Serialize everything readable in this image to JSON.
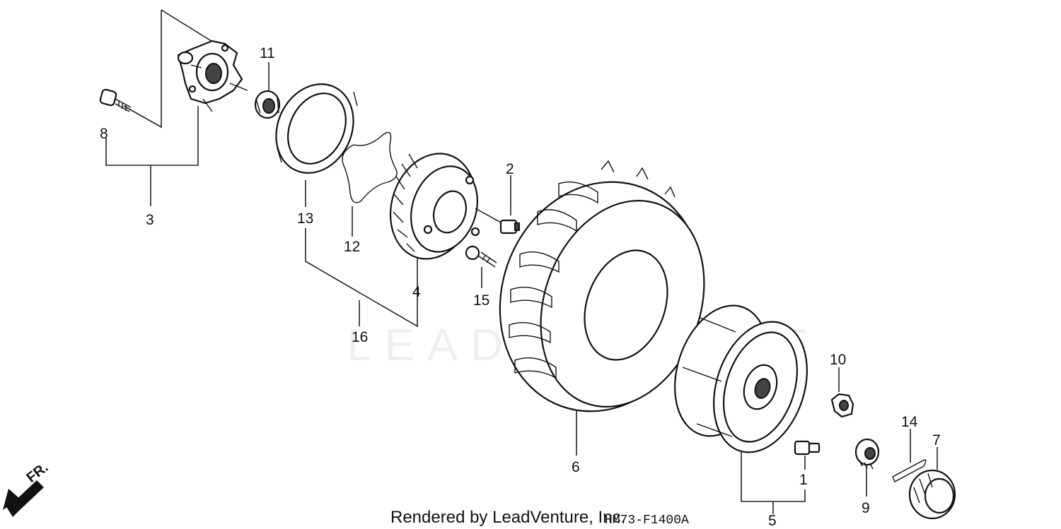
{
  "diagram": {
    "code": "HM73-F1400A",
    "footer": "Rendered by LeadVenture, Inc.",
    "direction_label": "FR.",
    "watermark": "LEADVENTURE"
  },
  "callouts": [
    {
      "id": "1",
      "label": "1"
    },
    {
      "id": "2",
      "label": "2"
    },
    {
      "id": "3",
      "label": "3"
    },
    {
      "id": "4",
      "label": "4"
    },
    {
      "id": "5",
      "label": "5"
    },
    {
      "id": "6",
      "label": "6"
    },
    {
      "id": "7",
      "label": "7"
    },
    {
      "id": "8",
      "label": "8"
    },
    {
      "id": "9",
      "label": "9"
    },
    {
      "id": "10",
      "label": "10"
    },
    {
      "id": "11",
      "label": "11"
    },
    {
      "id": "12",
      "label": "12"
    },
    {
      "id": "13",
      "label": "13"
    },
    {
      "id": "14",
      "label": "14"
    },
    {
      "id": "15",
      "label": "15"
    },
    {
      "id": "16",
      "label": "16"
    }
  ]
}
